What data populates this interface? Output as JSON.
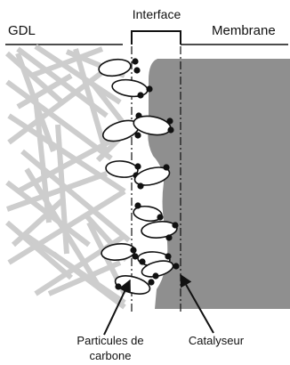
{
  "labels": {
    "gdl": "GDL",
    "interface": "Interface",
    "membrane": "Membrane",
    "particles_line1": "Particules de",
    "particles_line2": "carbone",
    "catalyst": "Catalyseur"
  },
  "colors": {
    "fiber": "#cdcdcd",
    "membrane": "#8f8f8f",
    "outline": "#111111",
    "dot": "#111111"
  }
}
